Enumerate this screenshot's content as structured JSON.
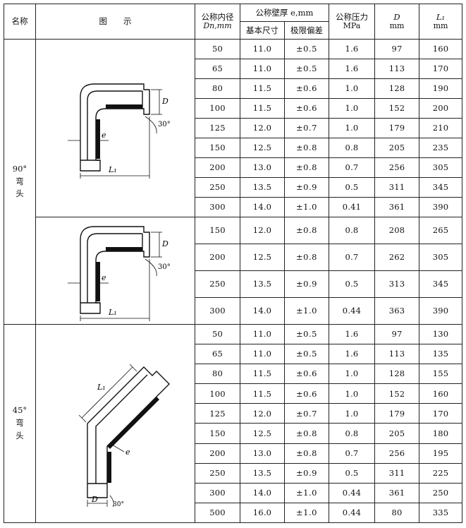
{
  "header": {
    "name": "名称",
    "figure": "图　　示",
    "dn_line1": "公称内径",
    "dn_line2": "Dn,mm",
    "wall": "公称壁厚 e,mm",
    "wall_basic": "基本尺寸",
    "wall_tol": "极限偏差",
    "pressure_line1": "公称压力",
    "pressure_line2": "MPa",
    "d_line1": "D",
    "d_line2": "mm",
    "l_line1": "L₁",
    "l_line2": "mm"
  },
  "groups": [
    {
      "name_lines": [
        "90°",
        "弯",
        "头"
      ],
      "figure_a": {
        "labels": {
          "d": "D",
          "angle": "30°",
          "e": "e",
          "l": "L₁"
        },
        "rows": [
          [
            "50",
            "11.0",
            "±0.5",
            "1.6",
            "97",
            "160"
          ],
          [
            "65",
            "11.0",
            "±0.5",
            "1.6",
            "113",
            "170"
          ],
          [
            "80",
            "11.5",
            "±0.6",
            "1.0",
            "128",
            "190"
          ],
          [
            "100",
            "11.5",
            "±0.6",
            "1.0",
            "152",
            "200"
          ],
          [
            "125",
            "12.0",
            "±0.7",
            "1.0",
            "179",
            "210"
          ],
          [
            "150",
            "12.5",
            "±0.8",
            "0.8",
            "205",
            "235"
          ],
          [
            "200",
            "13.0",
            "±0.8",
            "0.7",
            "256",
            "305"
          ],
          [
            "250",
            "13.5",
            "±0.9",
            "0.5",
            "311",
            "345"
          ],
          [
            "300",
            "14.0",
            "±1.0",
            "0.41",
            "361",
            "390"
          ]
        ]
      },
      "figure_b": {
        "labels": {
          "d": "D",
          "angle": "30°",
          "e": "e",
          "l": "L₁"
        },
        "rows": [
          [
            "150",
            "12.0",
            "±0.8",
            "0.8",
            "208",
            "265"
          ],
          [
            "200",
            "12.5",
            "±0.8",
            "0.7",
            "262",
            "305"
          ],
          [
            "250",
            "13.5",
            "±0.9",
            "0.5",
            "313",
            "345"
          ],
          [
            "300",
            "14.0",
            "±1.0",
            "0.44",
            "363",
            "390"
          ]
        ]
      }
    },
    {
      "name_lines": [
        "45°",
        "弯",
        "头"
      ],
      "figure_a": {
        "labels": {
          "d": "D",
          "angle": "30°",
          "e": "e",
          "l": "L₁"
        },
        "rows": [
          [
            "50",
            "11.0",
            "±0.5",
            "1.6",
            "97",
            "130"
          ],
          [
            "65",
            "11.0",
            "±0.5",
            "1.6",
            "113",
            "135"
          ],
          [
            "80",
            "11.5",
            "±0.6",
            "1.0",
            "128",
            "155"
          ],
          [
            "100",
            "11.5",
            "±0.6",
            "1.0",
            "152",
            "160"
          ],
          [
            "125",
            "12.0",
            "±0.7",
            "1.0",
            "179",
            "170"
          ],
          [
            "150",
            "12.5",
            "±0.8",
            "0.8",
            "205",
            "180"
          ],
          [
            "200",
            "13.0",
            "±0.8",
            "0.7",
            "256",
            "195"
          ],
          [
            "250",
            "13.5",
            "±0.9",
            "0.5",
            "311",
            "225"
          ],
          [
            "300",
            "14.0",
            "±1.0",
            "0.44",
            "361",
            "250"
          ],
          [
            "500",
            "16.0",
            "±1.0",
            "0.44",
            "80",
            "335"
          ]
        ]
      }
    }
  ]
}
